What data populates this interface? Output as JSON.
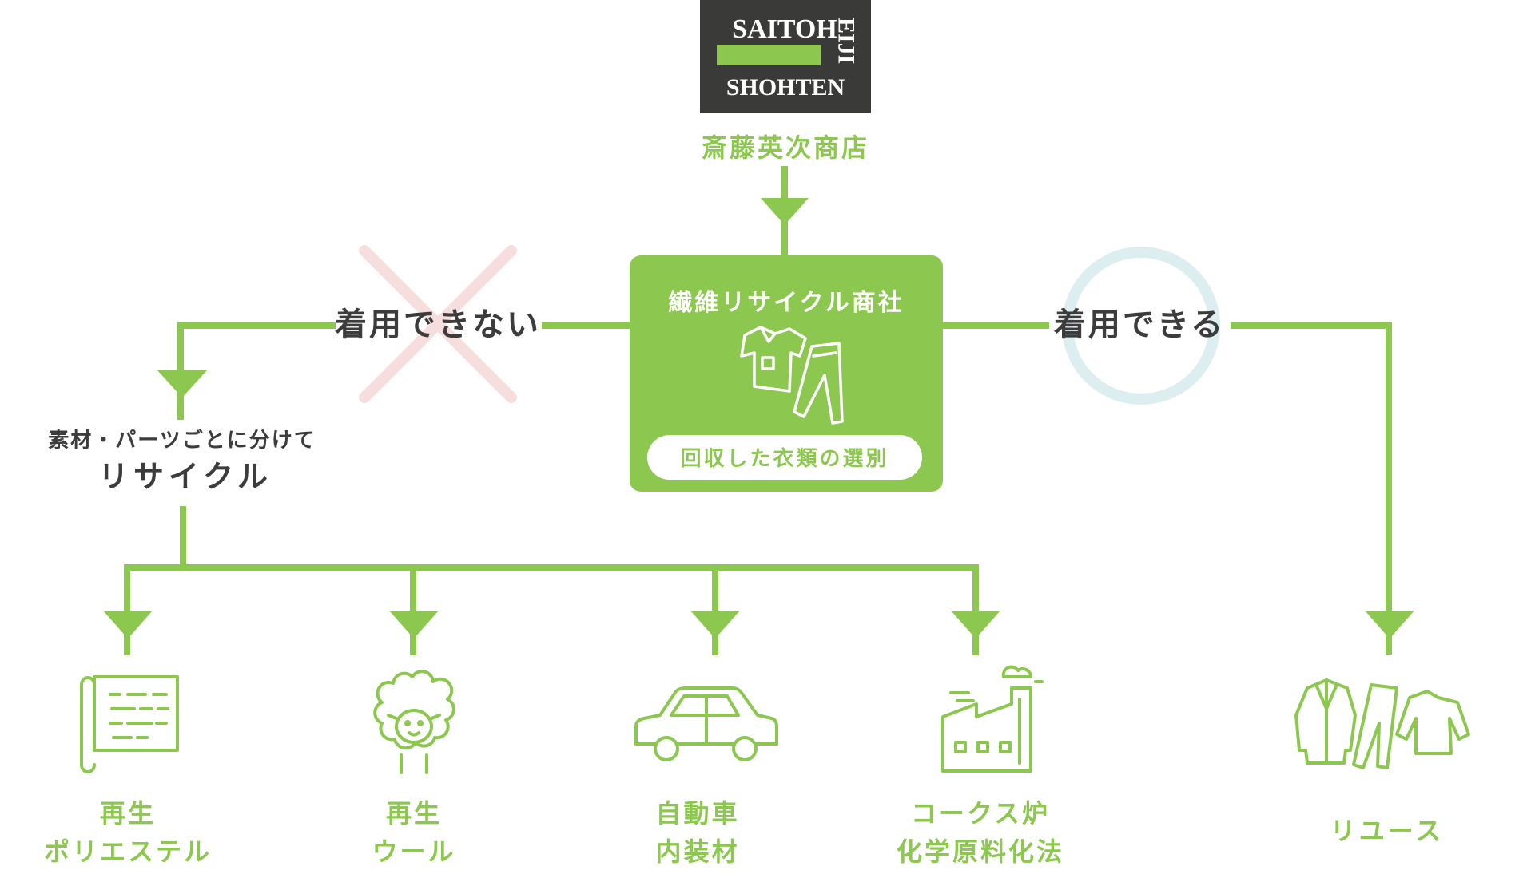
{
  "logo": {
    "line1": "SAITOH",
    "line2": "SHOHTEN",
    "vertical": "EIJI",
    "caption": "斎藤英次商店"
  },
  "center_box": {
    "title": "繊維リサイクル商社",
    "pill": "回収した衣類の選別"
  },
  "branches": {
    "not_wearable": "着用できない",
    "wearable": "着用できる"
  },
  "recycle": {
    "sub": "素材・パーツごとに分けて",
    "main": "リサイクル"
  },
  "outputs": [
    {
      "icon": "fabric-roll-icon",
      "line1": "再生",
      "line2": "ポリエステル"
    },
    {
      "icon": "sheep-icon",
      "line1": "再生",
      "line2": "ウール"
    },
    {
      "icon": "car-icon",
      "line1": "自動車",
      "line2": "内装材"
    },
    {
      "icon": "factory-icon",
      "line1": "コークス炉",
      "line2": "化学原料化法"
    }
  ],
  "reuse": {
    "icon": "clothes-icon",
    "label": "リユース"
  },
  "colors": {
    "green": "#8cc850",
    "dark_text": "#3c3c3c",
    "logo_bg": "#3a3a38",
    "cross": "#f6dede",
    "circle": "#dceef0"
  }
}
